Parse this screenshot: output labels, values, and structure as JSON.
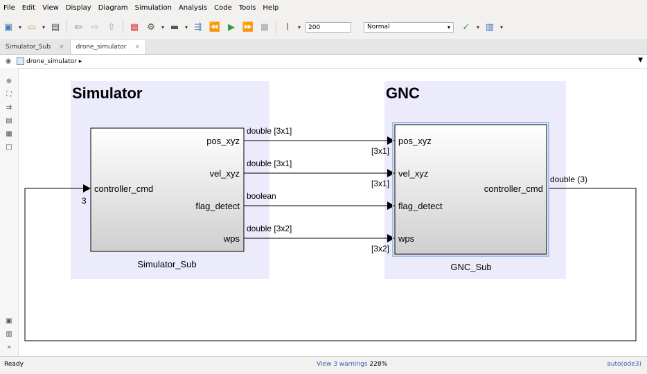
{
  "menu": [
    {
      "name": "menu-file",
      "label": "File"
    },
    {
      "name": "menu-edit",
      "label": "Edit"
    },
    {
      "name": "menu-view",
      "label": "View"
    },
    {
      "name": "menu-display",
      "label": "Display"
    },
    {
      "name": "menu-diagram",
      "label": "Diagram"
    },
    {
      "name": "menu-simulation",
      "label": "Simulation"
    },
    {
      "name": "menu-analysis",
      "label": "Analysis"
    },
    {
      "name": "menu-code",
      "label": "Code"
    },
    {
      "name": "menu-tools",
      "label": "Tools"
    },
    {
      "name": "menu-help",
      "label": "Help"
    }
  ],
  "toolbar": {
    "stop_time": "200",
    "sim_mode": "Normal"
  },
  "tabs": [
    {
      "label": "Simulator_Sub",
      "active": false
    },
    {
      "label": "drone_simulator",
      "active": true
    }
  ],
  "address": {
    "path": "drone_simulator ▸"
  },
  "diagram": {
    "areas": {
      "simulator": "Simulator",
      "gnc": "GNC"
    },
    "sim_block": {
      "name": "Simulator_Sub",
      "in_port": "controller_cmd",
      "out_ports": [
        "pos_xyz",
        "vel_xyz",
        "flag_detect",
        "wps"
      ]
    },
    "gnc_block": {
      "name": "GNC_Sub",
      "in_ports": [
        "pos_xyz",
        "vel_xyz",
        "flag_detect",
        "wps"
      ],
      "out_port": "controller_cmd"
    },
    "signals": {
      "pos_type": "double [3x1]",
      "vel_type": "double [3x1]",
      "flag_type": "boolean",
      "wps_type": "double [3x2]",
      "pos_dim": "[3x1]",
      "vel_dim": "[3x1]",
      "wps_dim": "[3x2]",
      "cmd_type": "double (3)",
      "cmd_dim": "3"
    }
  },
  "status": {
    "ready": "Ready",
    "warnings": "View 3 warnings",
    "zoom": "228%",
    "solver": "auto(ode3)"
  }
}
